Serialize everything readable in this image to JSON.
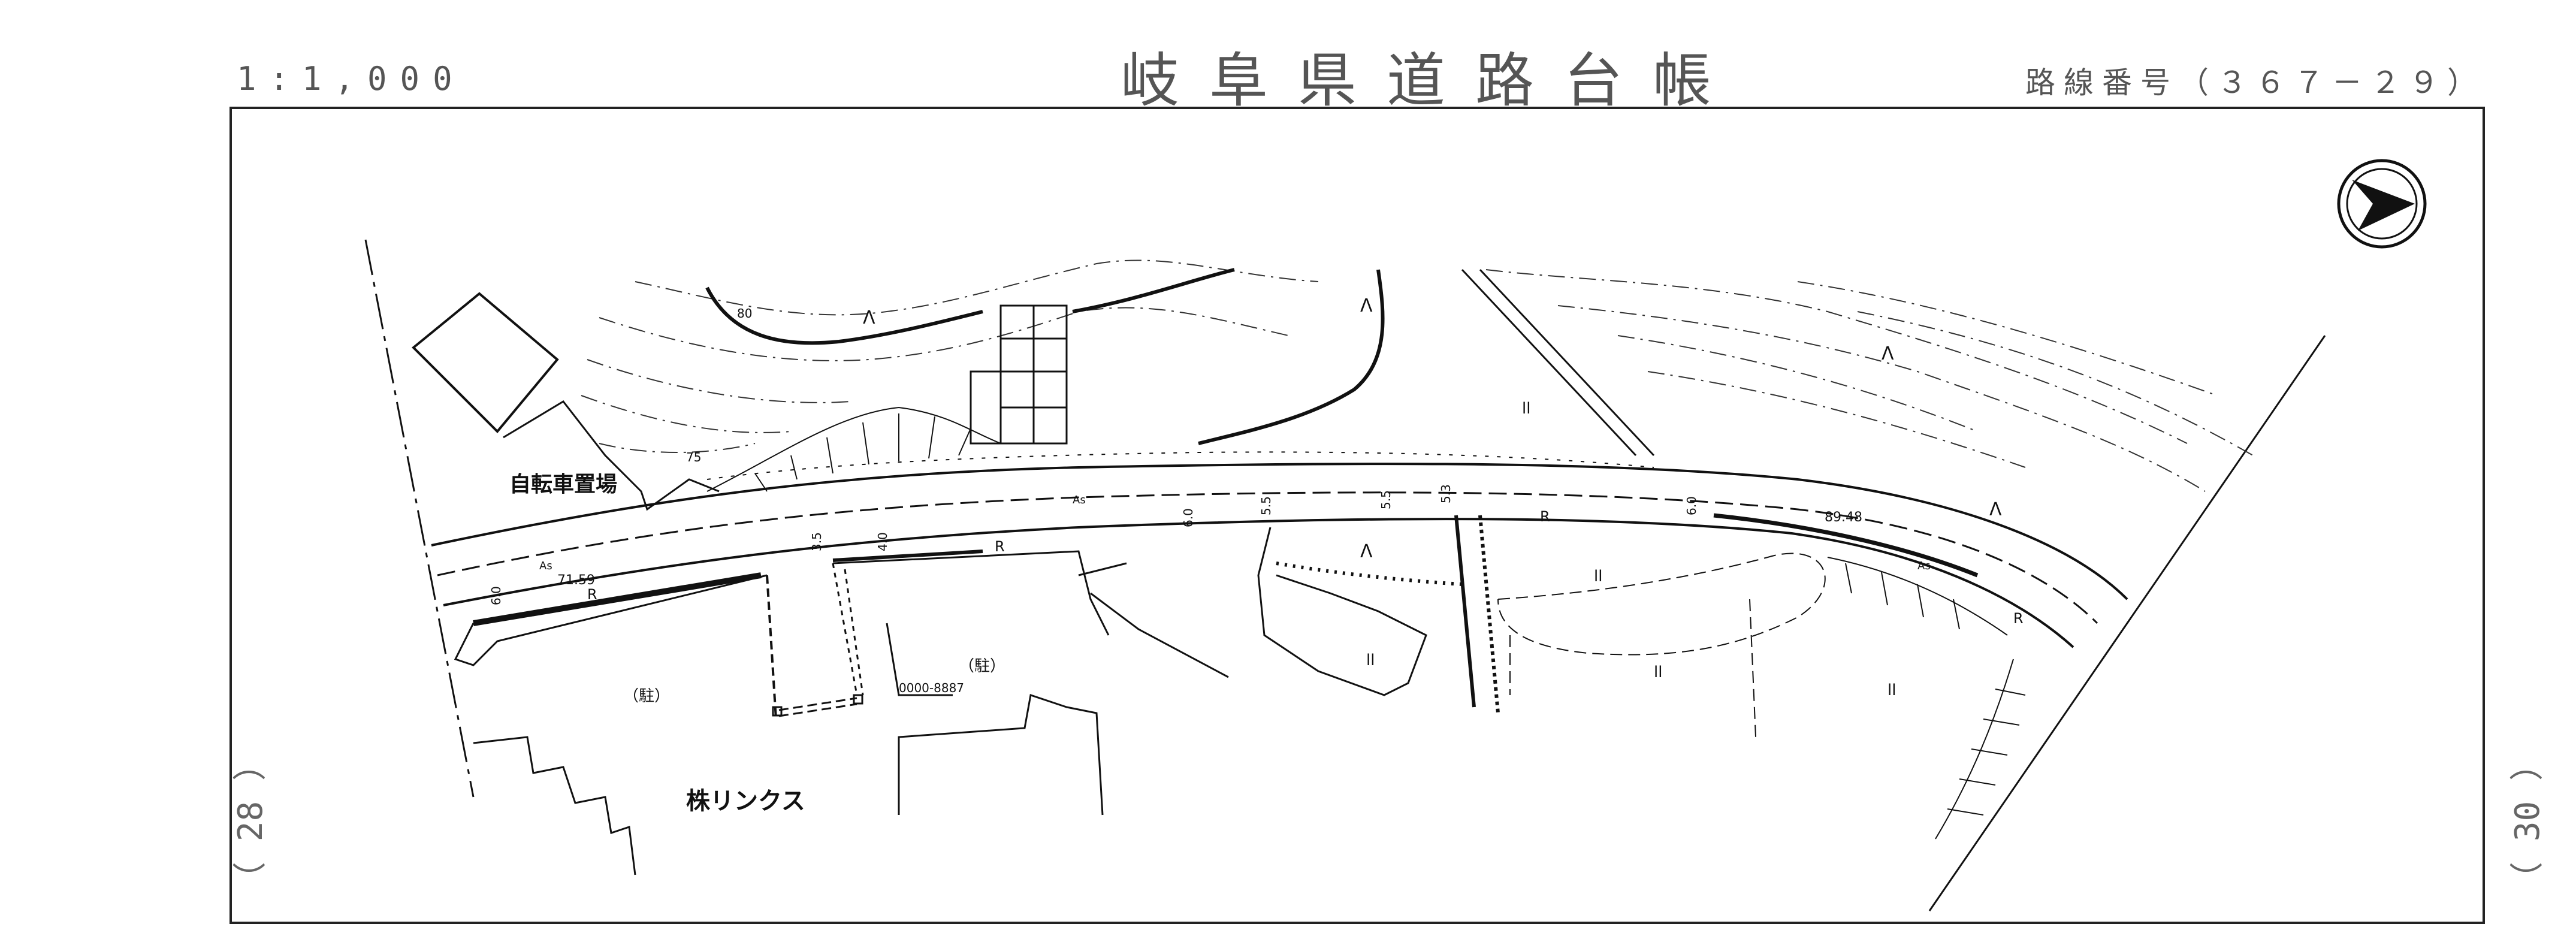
{
  "header": {
    "scale": "1:1,000",
    "title": "岐阜県道路台帳",
    "route_label": "路線番号（３６７－２９）"
  },
  "sheet_refs": {
    "left": "（ 28 ）",
    "right": "（ 30 ）"
  },
  "map": {
    "labels": {
      "bicycle_parking": "自転車置場",
      "company": "株リンクス",
      "parking_left": "（駐）",
      "parking_right": "（駐）",
      "parcel_number": "0000-8887",
      "elev_1": "71.59",
      "elev_2": "89.48",
      "contour_80": "80",
      "contour_75": "75",
      "surface_as_1": "As",
      "surface_as_2": "As",
      "surface_as_3": "As",
      "mark_r_1": "R",
      "mark_r_2": "R",
      "mark_r_3": "R",
      "mark_r_4": "R",
      "width_1": "6.0",
      "width_2": "6.0",
      "width_3": "4.0",
      "width_4": "5.5",
      "width_5": "5.5",
      "width_6": "5.3",
      "width_7": "6.0",
      "width_8": "3.5",
      "field_1": "ll",
      "field_2": "ll",
      "field_3": "ll",
      "field_4": "ll",
      "field_5": "ll",
      "forest_1": "Λ",
      "forest_2": "Λ",
      "forest_3": "Λ",
      "forest_4": "Λ",
      "forest_5": "Λ"
    },
    "north_arrow": "north-arrow-icon"
  },
  "colors": {
    "ink": "#111111",
    "frame": "#222222",
    "header_text": "#555555"
  }
}
